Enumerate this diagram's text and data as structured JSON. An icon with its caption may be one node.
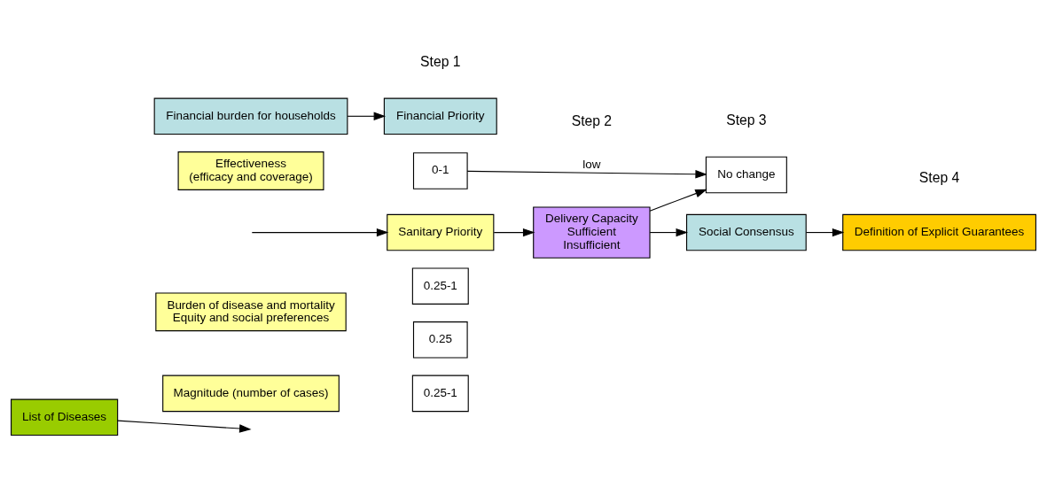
{
  "diagram": {
    "nodes": [
      {
        "text": [
          "List of Diseases"
        ]
      },
      {
        "text": [
          "Magnitude (number of cases)"
        ]
      },
      {
        "text": [
          "0.25-1"
        ]
      },
      {
        "text": [
          "Burden of disease and mortality",
          "Equity and social preferences"
        ]
      },
      {
        "text": [
          "0.25-1"
        ]
      },
      {
        "text": [
          "0.25"
        ]
      },
      {
        "text": [
          "Effectiveness",
          "(efficacy and coverage)"
        ]
      },
      {
        "text": [
          "0-1"
        ]
      },
      {
        "text": [
          "Financial burden for households"
        ]
      },
      {
        "text": [
          "Sanitary Priority"
        ]
      },
      {
        "text": [
          "Financial Priority"
        ]
      },
      {
        "text": [
          "Delivery Capacity",
          "Sufficient",
          "Insufficient"
        ]
      },
      {
        "text": [
          "Social Consensus"
        ]
      },
      {
        "text": [
          "Definition of Explicit Guarantees"
        ]
      },
      {
        "text": [
          "No change"
        ]
      }
    ],
    "edges": [
      {
        "from": 0,
        "to": null,
        "arrow": "to"
      },
      {
        "from": null,
        "to": 9,
        "arrow": "to"
      },
      {
        "from": 9,
        "to": 11,
        "arrow": "to"
      },
      {
        "from": 8,
        "to": 10,
        "arrow": "to"
      },
      {
        "from": 11,
        "to": 12,
        "arrow": "to"
      },
      {
        "from": 12,
        "to": 13,
        "arrow": "to"
      },
      {
        "from": 11,
        "to": 14,
        "arrow": "to"
      },
      {
        "from": 7,
        "to": 14,
        "arrow": "to",
        "label": "low"
      }
    ],
    "labels": [
      "Step 1",
      "Step 2",
      "Step 3",
      "Step 4"
    ]
  }
}
